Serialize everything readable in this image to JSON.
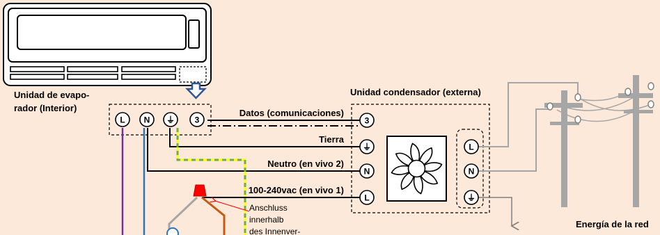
{
  "evaporator": {
    "label_line1": "Unidad de evapo-",
    "label_line2": "rador (Interior)"
  },
  "condenser": {
    "label": "Unidad condensador (externa)"
  },
  "grid": {
    "label": "Energía de la red"
  },
  "wires": {
    "data": "Datos (comunicaciones)",
    "ground": "Tierra",
    "neutral": "Neutro (en vivo 2)",
    "line": "100-240vac (en vivo 1)"
  },
  "annotation": {
    "line1": "Anschluss",
    "line2": "innerhalb",
    "line3": "des Innenver-"
  },
  "terminals": {
    "evap": [
      "L",
      "N",
      "⏚",
      "3"
    ],
    "cond": [
      "3",
      "⏚",
      "N",
      "L"
    ],
    "grid": [
      "L",
      "N",
      "⏚"
    ]
  },
  "colors": {
    "background": "#fde9d9",
    "accent_arrow": "#2f5597",
    "wire_purple": "#7030a0",
    "wire_blue": "#2e75b6",
    "wire_brown": "#c55a11",
    "ground_yellow": "#ffff00",
    "ground_green": "#70ad47",
    "connector_red": "#ff0000",
    "pole_gray": "#a6a6a6"
  }
}
